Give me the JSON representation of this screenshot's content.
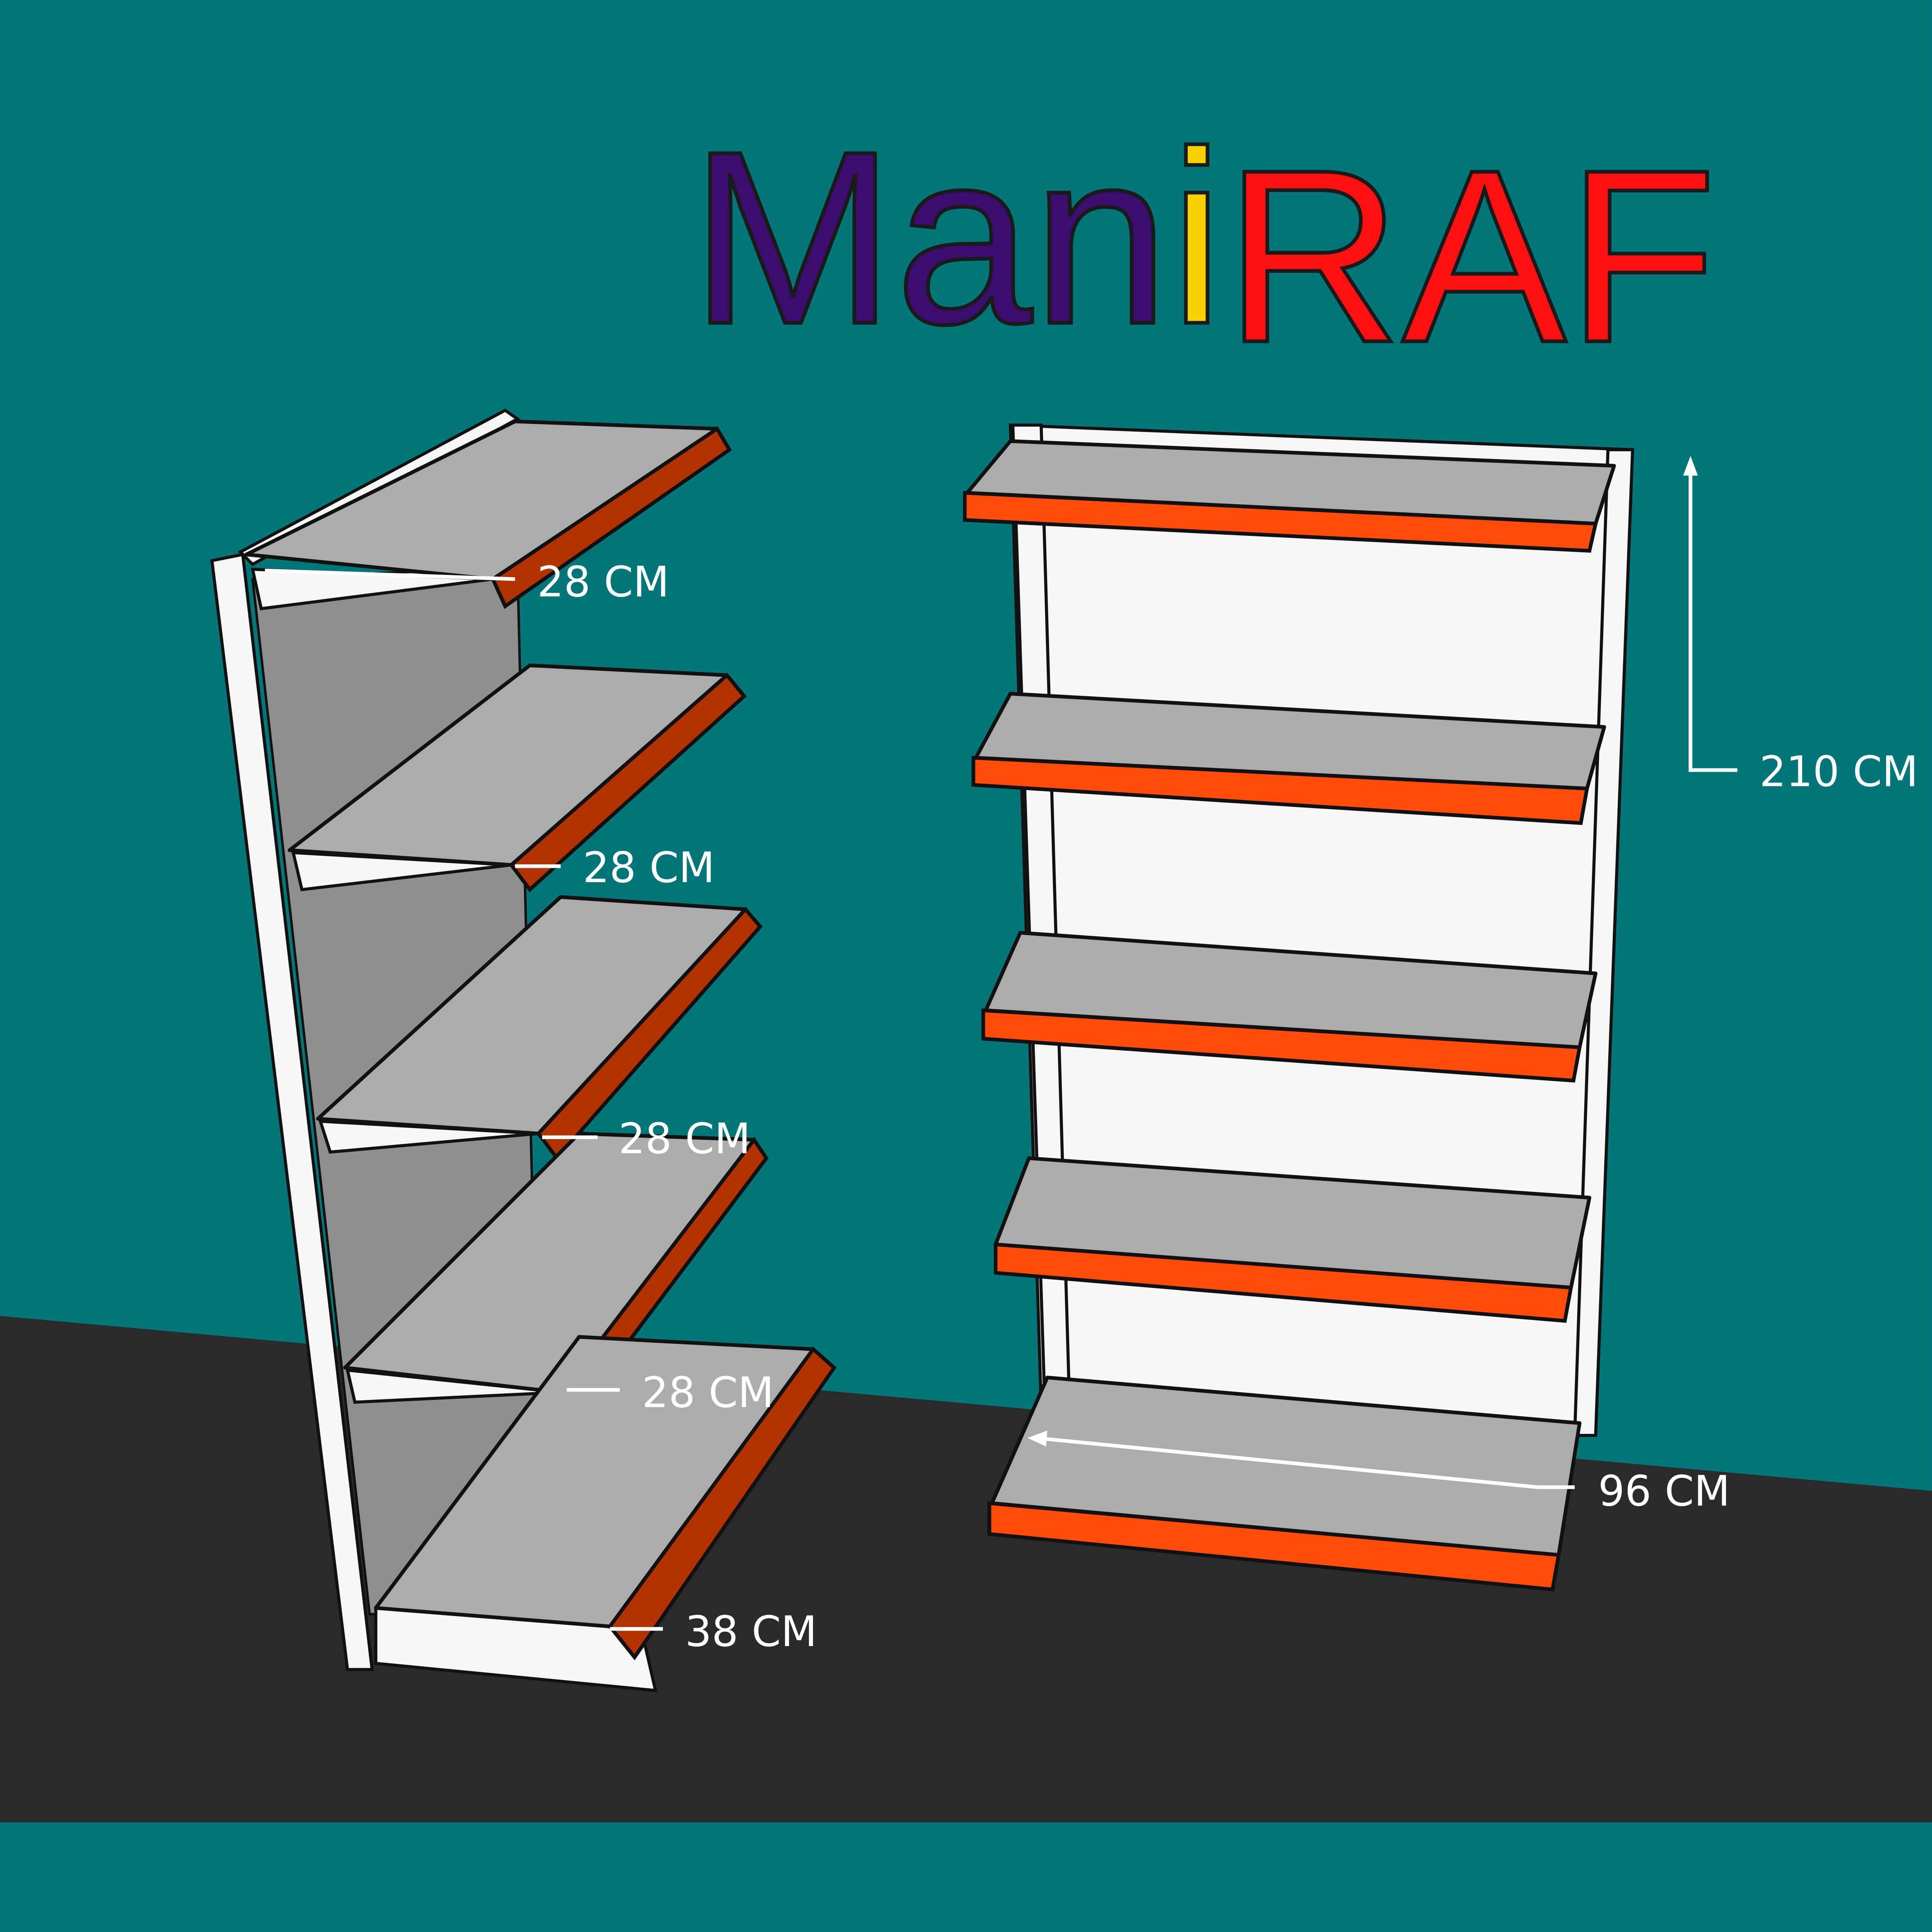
{
  "logo": {
    "part1": "Man",
    "part2": "i",
    "part3": "RAF",
    "colors": {
      "man": "#3b0d6e",
      "i": "#f7d200",
      "raf": "#ff1010"
    }
  },
  "left_unit": {
    "shelf_depth_labels": [
      "28 CM",
      "28 CM",
      "28 CM",
      "28 CM"
    ],
    "base_depth_label": "38 CM"
  },
  "right_unit": {
    "height_label": "210 CM",
    "width_label": "96 CM"
  },
  "colors": {
    "wall": "#03767a",
    "floor": "#2a2a2a",
    "shelf_top": "#acacac",
    "shelf_front_left": "#b23200",
    "shelf_front_right": "#ff4c0a"
  }
}
